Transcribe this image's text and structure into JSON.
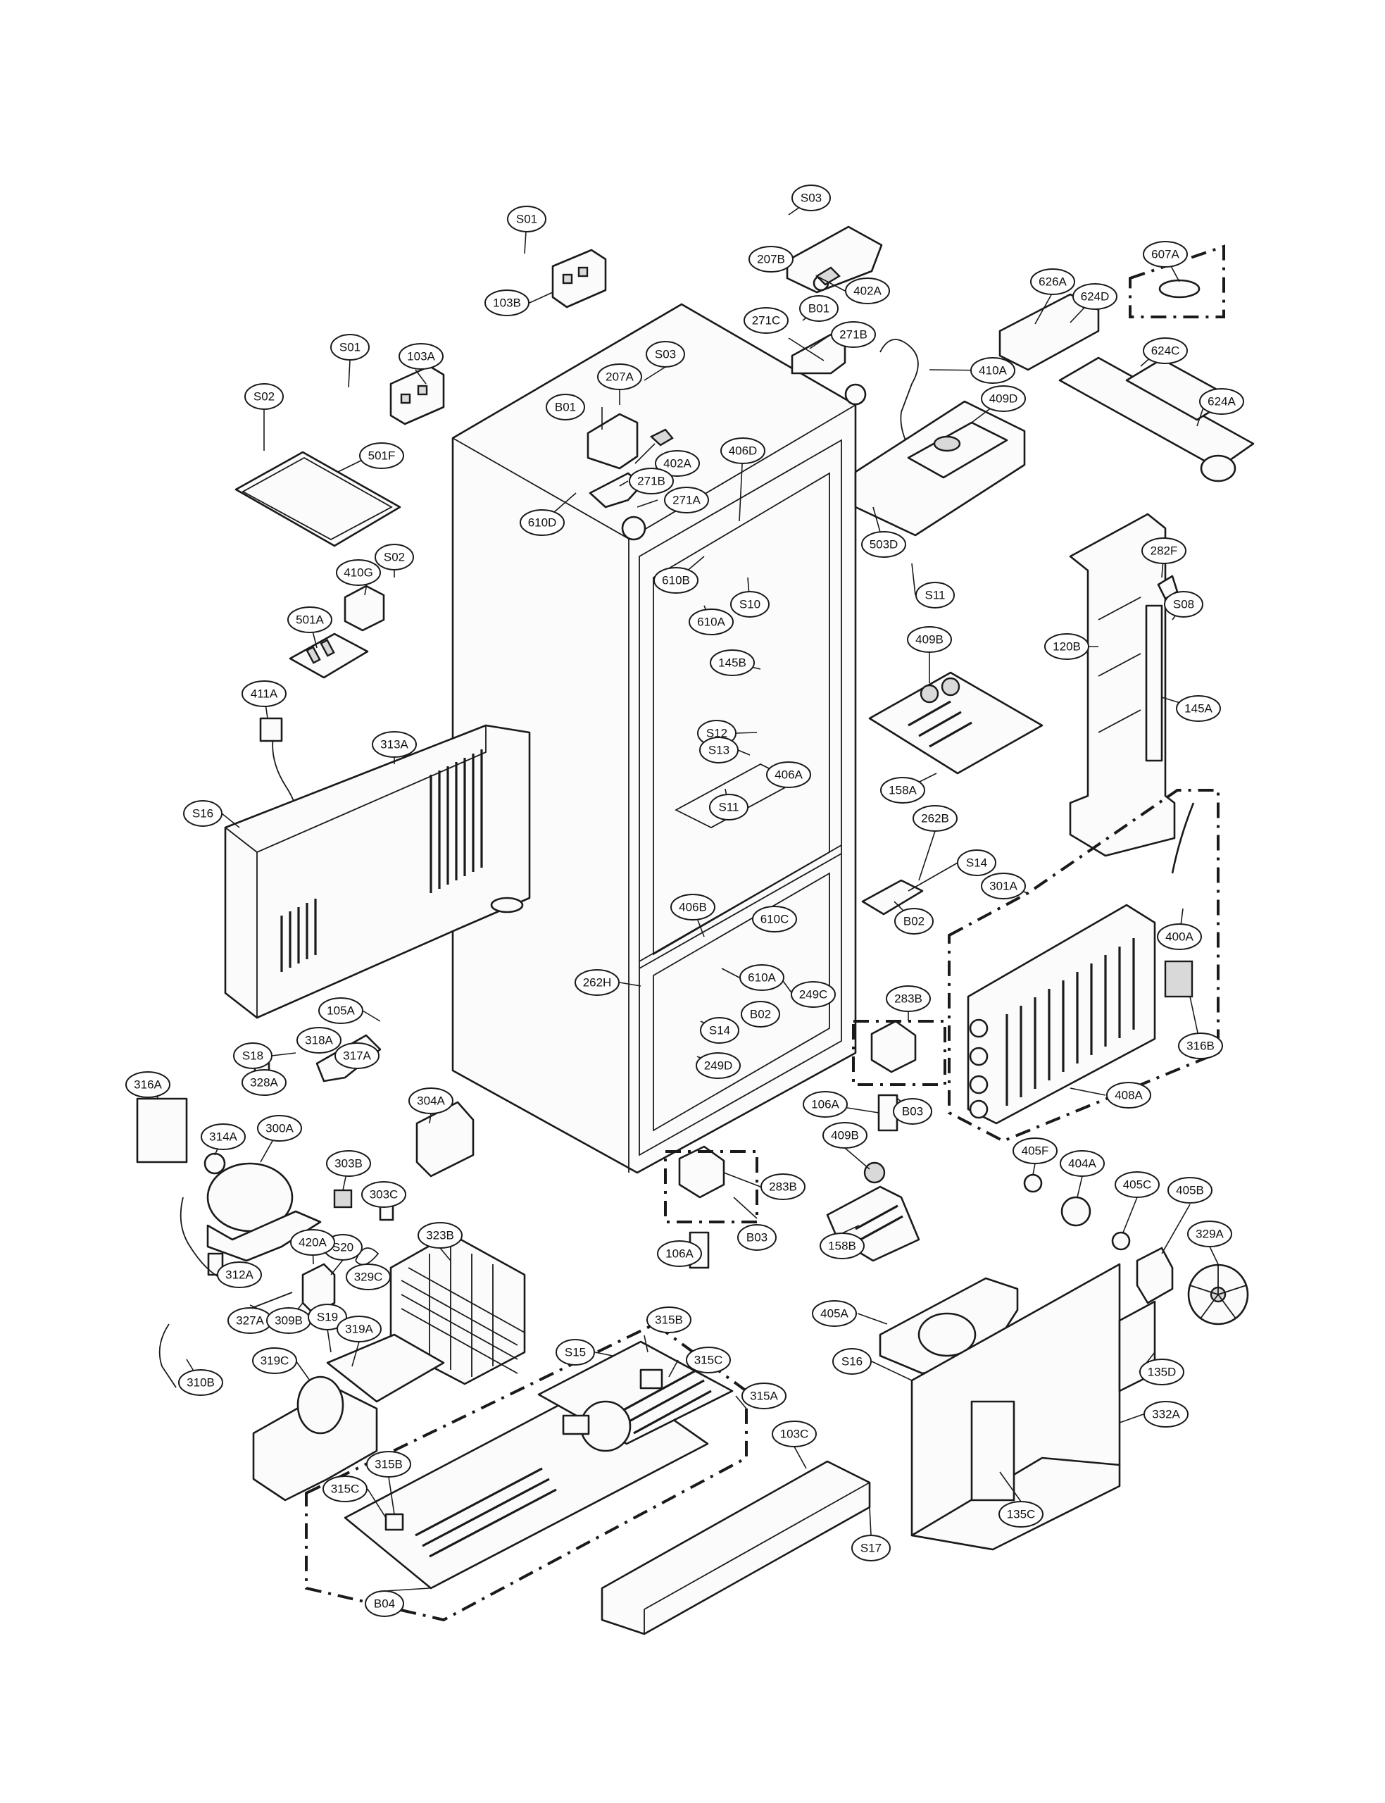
{
  "callouts": [
    {
      "id": "c-s01-top",
      "label": "S01"
    },
    {
      "id": "c-s03-top",
      "label": "S03"
    },
    {
      "id": "c-207b",
      "label": "207B"
    },
    {
      "id": "c-402a-top",
      "label": "402A"
    },
    {
      "id": "c-103b",
      "label": "103B"
    },
    {
      "id": "c-b01-top",
      "label": "B01"
    },
    {
      "id": "c-271c",
      "label": "271C"
    },
    {
      "id": "c-271b-top",
      "label": "271B"
    },
    {
      "id": "c-607a",
      "label": "607A"
    },
    {
      "id": "c-626a",
      "label": "626A"
    },
    {
      "id": "c-624d",
      "label": "624D"
    },
    {
      "id": "c-410a",
      "label": "410A"
    },
    {
      "id": "c-624c",
      "label": "624C"
    },
    {
      "id": "c-624a",
      "label": "624A"
    },
    {
      "id": "c-409d",
      "label": "409D"
    },
    {
      "id": "c-s01-left",
      "label": "S01"
    },
    {
      "id": "c-103a",
      "label": "103A"
    },
    {
      "id": "c-s03-mid",
      "label": "S03"
    },
    {
      "id": "c-207a",
      "label": "207A"
    },
    {
      "id": "c-b01-mid",
      "label": "B01"
    },
    {
      "id": "c-s02-top",
      "label": "S02"
    },
    {
      "id": "c-501f",
      "label": "501F"
    },
    {
      "id": "c-402a-mid",
      "label": "402A"
    },
    {
      "id": "c-271b-mid",
      "label": "271B"
    },
    {
      "id": "c-271a",
      "label": "271A"
    },
    {
      "id": "c-406d",
      "label": "406D"
    },
    {
      "id": "c-610d",
      "label": "610D"
    },
    {
      "id": "c-503d",
      "label": "503D"
    },
    {
      "id": "c-410g",
      "label": "410G"
    },
    {
      "id": "c-s02-mid",
      "label": "S02"
    },
    {
      "id": "c-610b",
      "label": "610B"
    },
    {
      "id": "c-s10",
      "label": "S10"
    },
    {
      "id": "c-s11-top",
      "label": "S11"
    },
    {
      "id": "c-282f",
      "label": "282F"
    },
    {
      "id": "c-s08",
      "label": "S08"
    },
    {
      "id": "c-501a",
      "label": "501A"
    },
    {
      "id": "c-610a-top",
      "label": "610A"
    },
    {
      "id": "c-409b-top",
      "label": "409B"
    },
    {
      "id": "c-120b",
      "label": "120B"
    },
    {
      "id": "c-145b",
      "label": "145B"
    },
    {
      "id": "c-411a",
      "label": "411A"
    },
    {
      "id": "c-145a",
      "label": "145A"
    },
    {
      "id": "c-313a",
      "label": "313A"
    },
    {
      "id": "c-s12",
      "label": "S12"
    },
    {
      "id": "c-s13",
      "label": "S13"
    },
    {
      "id": "c-406a",
      "label": "406A"
    },
    {
      "id": "c-158a",
      "label": "158A"
    },
    {
      "id": "c-s16-left",
      "label": "S16"
    },
    {
      "id": "c-s11-mid",
      "label": "S11"
    },
    {
      "id": "c-262b",
      "label": "262B"
    },
    {
      "id": "c-s14-right",
      "label": "S14"
    },
    {
      "id": "c-301a",
      "label": "301A"
    },
    {
      "id": "c-406b",
      "label": "406B"
    },
    {
      "id": "c-610c",
      "label": "610C"
    },
    {
      "id": "c-b02-right",
      "label": "B02"
    },
    {
      "id": "c-400a",
      "label": "400A"
    },
    {
      "id": "c-262h",
      "label": "262H"
    },
    {
      "id": "c-610a-mid",
      "label": "610A"
    },
    {
      "id": "c-249c",
      "label": "249C"
    },
    {
      "id": "c-b02-mid",
      "label": "B02"
    },
    {
      "id": "c-105a",
      "label": "105A"
    },
    {
      "id": "c-283b-right",
      "label": "283B"
    },
    {
      "id": "c-s14-mid",
      "label": "S14"
    },
    {
      "id": "c-316b",
      "label": "316B"
    },
    {
      "id": "c-s18",
      "label": "S18"
    },
    {
      "id": "c-318a",
      "label": "318A"
    },
    {
      "id": "c-317a",
      "label": "317A"
    },
    {
      "id": "c-249d",
      "label": "249D"
    },
    {
      "id": "c-316a",
      "label": "316A"
    },
    {
      "id": "c-328a",
      "label": "328A"
    },
    {
      "id": "c-408a",
      "label": "408A"
    },
    {
      "id": "c-106a-right",
      "label": "106A"
    },
    {
      "id": "c-b03-right",
      "label": "B03"
    },
    {
      "id": "c-304a",
      "label": "304A"
    },
    {
      "id": "c-314a",
      "label": "314A"
    },
    {
      "id": "c-300a",
      "label": "300A"
    },
    {
      "id": "c-409b-mid",
      "label": "409B"
    },
    {
      "id": "c-405f",
      "label": "405F"
    },
    {
      "id": "c-303b",
      "label": "303B"
    },
    {
      "id": "c-404a",
      "label": "404A"
    },
    {
      "id": "c-303c",
      "label": "303C"
    },
    {
      "id": "c-283b-mid",
      "label": "283B"
    },
    {
      "id": "c-405c",
      "label": "405C"
    },
    {
      "id": "c-405b",
      "label": "405B"
    },
    {
      "id": "c-323b",
      "label": "323B"
    },
    {
      "id": "c-b03-mid",
      "label": "B03"
    },
    {
      "id": "c-158b",
      "label": "158B"
    },
    {
      "id": "c-329a",
      "label": "329A"
    },
    {
      "id": "c-s20",
      "label": "S20"
    },
    {
      "id": "c-420a",
      "label": "420A"
    },
    {
      "id": "c-106a-mid",
      "label": "106A"
    },
    {
      "id": "c-312a",
      "label": "312A"
    },
    {
      "id": "c-329c",
      "label": "329C"
    },
    {
      "id": "c-405a",
      "label": "405A"
    },
    {
      "id": "c-327a",
      "label": "327A"
    },
    {
      "id": "c-309b",
      "label": "309B"
    },
    {
      "id": "c-s19",
      "label": "S19"
    },
    {
      "id": "c-319a",
      "label": "319A"
    },
    {
      "id": "c-315b-top",
      "label": "315B"
    },
    {
      "id": "c-s15",
      "label": "S15"
    },
    {
      "id": "c-315c-top",
      "label": "315C"
    },
    {
      "id": "c-319c",
      "label": "319C"
    },
    {
      "id": "c-s16-right",
      "label": "S16"
    },
    {
      "id": "c-135d",
      "label": "135D"
    },
    {
      "id": "c-310b",
      "label": "310B"
    },
    {
      "id": "c-315a",
      "label": "315A"
    },
    {
      "id": "c-332a",
      "label": "332A"
    },
    {
      "id": "c-103c",
      "label": "103C"
    },
    {
      "id": "c-315b-bot",
      "label": "315B"
    },
    {
      "id": "c-315c-bot",
      "label": "315C"
    },
    {
      "id": "c-135c",
      "label": "135C"
    },
    {
      "id": "c-s17",
      "label": "S17"
    },
    {
      "id": "c-b04",
      "label": "B04"
    }
  ]
}
